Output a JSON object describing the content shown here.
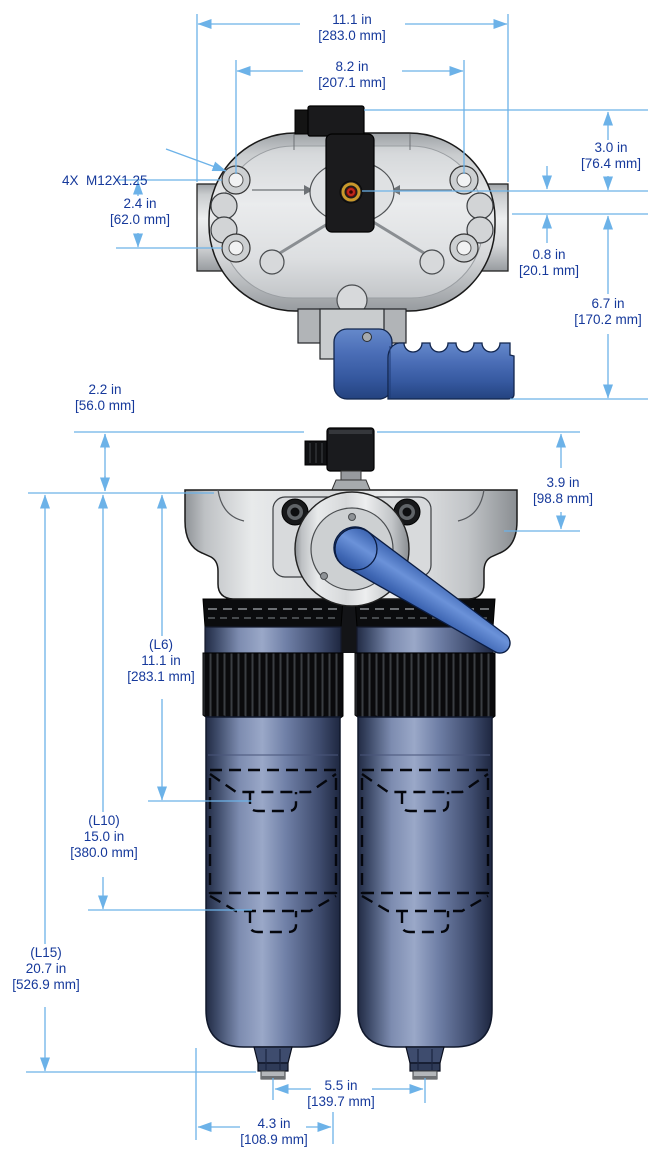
{
  "colors": {
    "dimension_line": "#6CB2E8",
    "dimension_text": "#16399B",
    "head_gray": "#C9CCCF",
    "bowl_steel_blue": "#5F6F96",
    "handle_blue": "#4169B4",
    "connector_black": "#1A1B1E",
    "indicator_red": "#C2281C",
    "indicator_gold": "#C9992B"
  },
  "top_view": {
    "dims": {
      "overall_width": {
        "in": "11.1 in",
        "mm": "[283.0 mm]"
      },
      "bolt_span": {
        "in": "8.2 in",
        "mm": "[207.1 mm]"
      },
      "thread_callout": "4X  M12X1.25",
      "bolt_vertical": {
        "in": "2.4 in",
        "mm": "[62.0 mm]"
      },
      "connector_height": {
        "in": "3.0 in",
        "mm": "[76.4 mm]"
      },
      "port_drop": {
        "in": "0.8 in",
        "mm": "[20.1 mm]"
      },
      "handle_reach": {
        "in": "6.7 in",
        "mm": "[170.2 mm]"
      }
    }
  },
  "front_view": {
    "dims": {
      "connector_top": {
        "in": "2.2 in",
        "mm": "[56.0 mm]"
      },
      "head_height": {
        "in": "3.9 in",
        "mm": "[98.8 mm]"
      },
      "element_length_l6": {
        "label": "(L6)",
        "in": "11.1 in",
        "mm": "[283.1 mm]"
      },
      "bowl_length_l10": {
        "label": "(L10)",
        "in": "15.0 in",
        "mm": "[380.0 mm]"
      },
      "overall_length_l15": {
        "label": "(L15)",
        "in": "20.7 in",
        "mm": "[526.9 mm]"
      },
      "bowl_pitch": {
        "in": "5.5 in",
        "mm": "[139.7 mm]"
      },
      "drain_offset": {
        "in": "4.3 in",
        "mm": "[108.9 mm]"
      }
    }
  }
}
